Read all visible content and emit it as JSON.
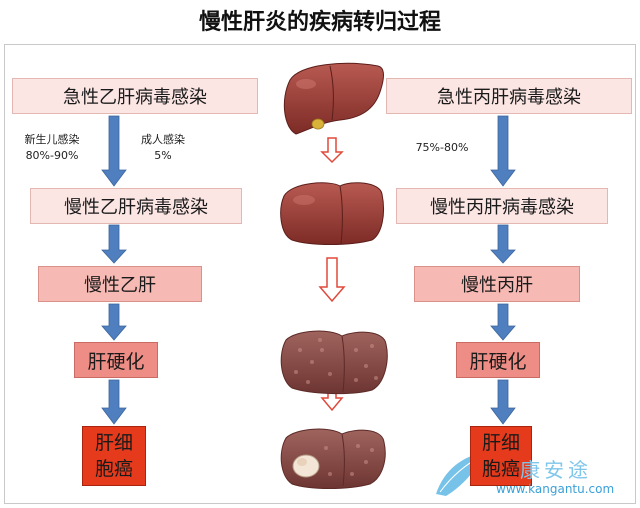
{
  "title": "慢性肝炎的疾病转归过程",
  "left_column": {
    "step1": "急性乙肝病毒感染",
    "note_newborn": "新生儿感染",
    "note_newborn_rate": "80%-90%",
    "note_adult": "成人感染",
    "note_adult_rate": "5%",
    "step2": "慢性乙肝病毒感染",
    "step3": "慢性乙肝",
    "step4": "肝硬化",
    "step5_line1": "肝细",
    "step5_line2": "胞癌"
  },
  "right_column": {
    "step1": "急性丙肝病毒感染",
    "note_rate": "75%-80%",
    "step2": "慢性丙肝病毒感染",
    "step3": "慢性丙肝",
    "step4": "肝硬化",
    "step5_line1": "肝细",
    "step5_line2": "胞癌"
  },
  "liver_stages": [
    "normal-liver",
    "chronic-hepatitis-liver",
    "cirrhotic-liver",
    "liver-cancer"
  ],
  "watermark": {
    "text": "www.kangantu.com",
    "cn": "康安途"
  },
  "colors": {
    "arrow_blue": "#4f7fbf",
    "arrow_red_outline": "#e0483a",
    "box_pale": "#fbe6e4",
    "box_mid": "#f6b9b3",
    "box_rose": "#ee8d85",
    "box_red": "#e53b1c"
  }
}
